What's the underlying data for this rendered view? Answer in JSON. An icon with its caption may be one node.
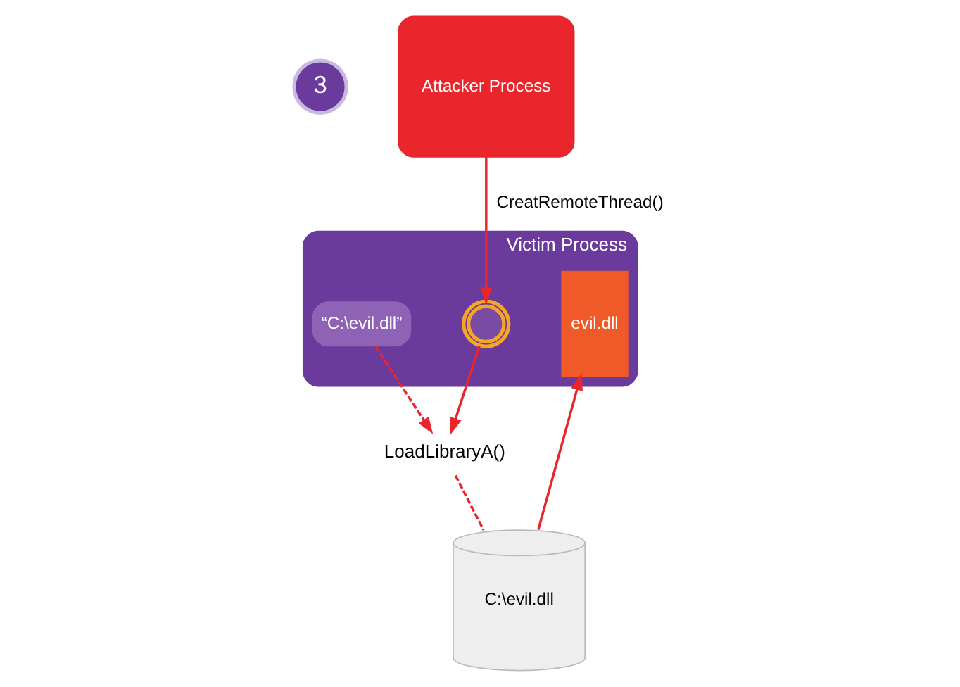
{
  "diagram": {
    "nodes": [
      {
        "text": [
          "3"
        ]
      },
      {
        "text": [
          "Attacker Process"
        ]
      },
      {
        "text": [
          "Victim Process"
        ]
      },
      {
        "text": [
          "“C:\\evil.dll”"
        ],
        "in": 2
      },
      {
        "text": [],
        "shape": "gear",
        "in": 2
      },
      {
        "text": [
          "evil.dll"
        ],
        "in": 2
      },
      {
        "text": [
          "LoadLibraryA()"
        ]
      },
      {
        "text": [
          "C:\\evil.dll"
        ]
      }
    ],
    "edges": [
      {
        "from": 1,
        "to": 4,
        "arrow": "to",
        "label": "CreatRemoteThread()"
      },
      {
        "from": 7,
        "to": 5,
        "arrow": "to"
      },
      {
        "from": 3,
        "to": 6,
        "arrow": "to",
        "style": "dashed"
      },
      {
        "from": 4,
        "to": 6,
        "arrow": "to"
      },
      {
        "from": 6,
        "to": 7,
        "arrow": "none",
        "style": "dashed"
      }
    ]
  }
}
